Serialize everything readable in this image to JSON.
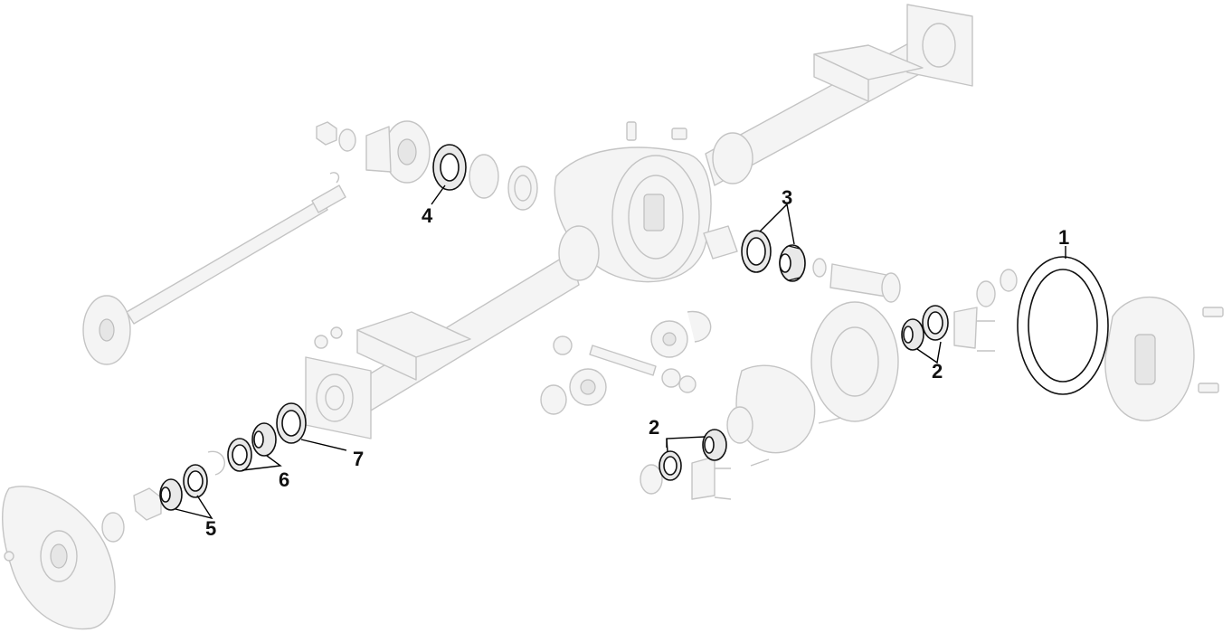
{
  "callouts": [
    {
      "id": "c1",
      "text": "1"
    },
    {
      "id": "c2a",
      "text": "2"
    },
    {
      "id": "c2b",
      "text": "2"
    },
    {
      "id": "c3",
      "text": "3"
    },
    {
      "id": "c4",
      "text": "4"
    },
    {
      "id": "c5",
      "text": "5"
    },
    {
      "id": "c6",
      "text": "6"
    },
    {
      "id": "c7",
      "text": "7"
    }
  ],
  "colors": {
    "ghost_stroke": "#c4c4c4",
    "ghost_fill": "#f4f4f4",
    "highlight_stroke": "#111111",
    "background": "#ffffff"
  }
}
